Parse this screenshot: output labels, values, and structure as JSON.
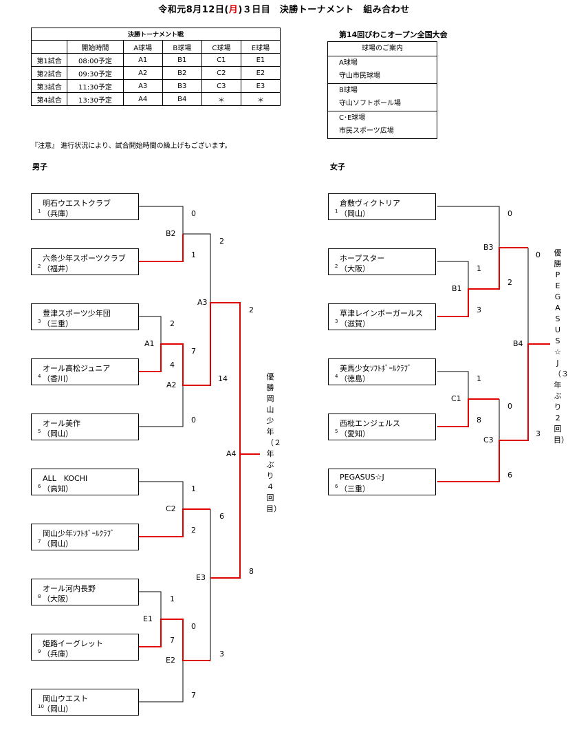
{
  "header": {
    "title_pre": "令和元8月12日(",
    "title_red": "月",
    "title_post": ")３日目　決勝トーナメント　組み合わせ"
  },
  "schedule": {
    "caption": "決勝トーナメント戦",
    "columns": [
      "",
      "開始時間",
      "A球場",
      "B球場",
      "C球場",
      "E球場"
    ],
    "rows": [
      [
        "第1試合",
        "08:00予定",
        "A1",
        "B1",
        "C1",
        "E1"
      ],
      [
        "第2試合",
        "09:30予定",
        "A2",
        "B2",
        "C2",
        "E2"
      ],
      [
        "第3試合",
        "11:30予定",
        "A3",
        "B3",
        "C3",
        "E3"
      ],
      [
        "第4試合",
        "13:30予定",
        "A4",
        "B4",
        "＊",
        "＊"
      ]
    ]
  },
  "venue": {
    "tournament": "第14回びわこオープン全国大会",
    "header": "球場のご案内",
    "groups": [
      [
        "A球場",
        "守山市民球場"
      ],
      [
        "B球場",
        "守山ソフトボール場"
      ],
      [
        "C･E球場",
        "市民スポーツ広場"
      ]
    ]
  },
  "notice": "『注意』 進行状況により、試合開始時間の繰上げもございます。",
  "boys": {
    "label": "男子",
    "teams": [
      {
        "seed": "1",
        "name": "明石ウエストクラブ",
        "pref": "（兵庫）"
      },
      {
        "seed": "2",
        "name": "六条少年スポーツクラブ",
        "pref": "（福井）"
      },
      {
        "seed": "3",
        "name": "豊津スポーツ少年団",
        "pref": "（三重）"
      },
      {
        "seed": "4",
        "name": "オール高松ジュニア",
        "pref": "（香川）"
      },
      {
        "seed": "5",
        "name": "オール美作",
        "pref": "（岡山）"
      },
      {
        "seed": "6",
        "name": "ALL　KOCHI",
        "pref": "（高知）"
      },
      {
        "seed": "7",
        "name": "岡山少年ｿﾌﾄﾎﾞｰﾙｸﾗﾌﾞ",
        "pref": "（岡山）"
      },
      {
        "seed": "8",
        "name": "オール河内長野",
        "pref": "（大阪）"
      },
      {
        "seed": "9",
        "name": "姫路イーグレット",
        "pref": "（兵庫）"
      },
      {
        "seed": "10",
        "name": "岡山ウエスト",
        "pref": "（岡山）"
      }
    ],
    "games": [
      "B2",
      "A1",
      "A2",
      "A3",
      "C2",
      "E1",
      "E2",
      "E3",
      "A4"
    ],
    "scores": [
      "0",
      "1",
      "2",
      "2",
      "7",
      "4",
      "0",
      "14",
      "2",
      "1",
      "2",
      "6",
      "1",
      "7",
      "0",
      "7",
      "3",
      "8"
    ],
    "champion": "優勝　岡山少年（２年ぶり４回目）"
  },
  "girls": {
    "label": "女子",
    "teams": [
      {
        "seed": "1",
        "name": "倉敷ヴィクトリア",
        "pref": "（岡山）"
      },
      {
        "seed": "2",
        "name": "ホープスター",
        "pref": "（大阪）"
      },
      {
        "seed": "3",
        "name": "草津レインボーガールス",
        "pref": "（滋賀）"
      },
      {
        "seed": "4",
        "name": "美馬少女ｿﾌﾄﾎﾞｰﾙｸﾗﾌﾞ",
        "pref": "（徳島）"
      },
      {
        "seed": "5",
        "name": "西枇エンジェルス",
        "pref": "（愛知）"
      },
      {
        "seed": "6",
        "name": "PEGASUS☆J",
        "pref": "（三重）"
      }
    ],
    "games": [
      "B1",
      "B3",
      "C1",
      "C3",
      "B4"
    ],
    "scores": [
      "0",
      "1",
      "3",
      "2",
      "1",
      "8",
      "0",
      "6",
      "0",
      "3"
    ],
    "champion": "優勝　PEGASUS☆J（３年ぶり２回目）"
  },
  "colors": {
    "winner_line": "#e00000",
    "line": "#000000",
    "title_accent": "#e00000"
  }
}
